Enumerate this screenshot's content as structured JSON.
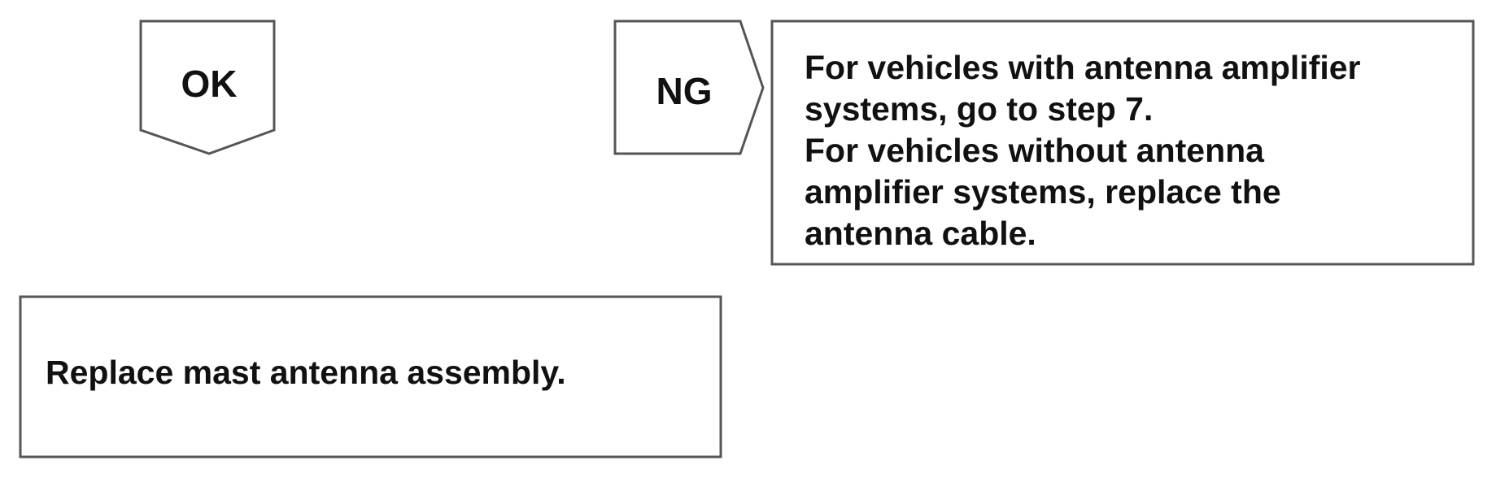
{
  "flow": {
    "ok": {
      "label": "OK",
      "action": "Replace mast antenna assembly."
    },
    "ng": {
      "label": "NG",
      "action_lines": [
        "For vehicles with antenna amplifier",
        "systems, go to step 7.",
        "For vehicles without antenna",
        "amplifier systems, replace the",
        "antenna cable."
      ]
    }
  },
  "colors": {
    "border": "#555555",
    "text": "#111111",
    "background": "#ffffff"
  }
}
